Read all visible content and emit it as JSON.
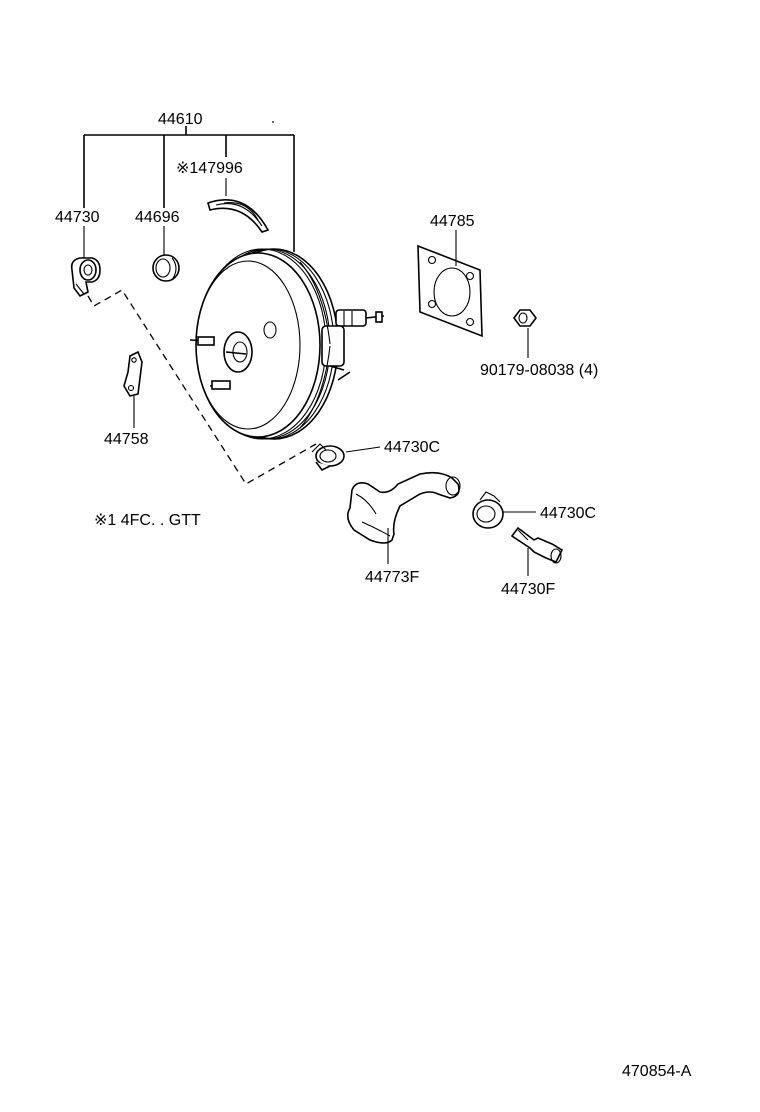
{
  "labels": {
    "assembly": "44610",
    "note_part": "※147996",
    "check_valve": "44730",
    "grommet": "44696",
    "gasket": "44785",
    "nut": "90179-08038 (4)",
    "bracket": "44758",
    "clip_upper": "44730C",
    "hose": "44773F",
    "clip_lower": "44730C",
    "fitting": "44730F"
  },
  "footnote": "※1 4FC. . GTT",
  "diagram_code": "470854-A"
}
